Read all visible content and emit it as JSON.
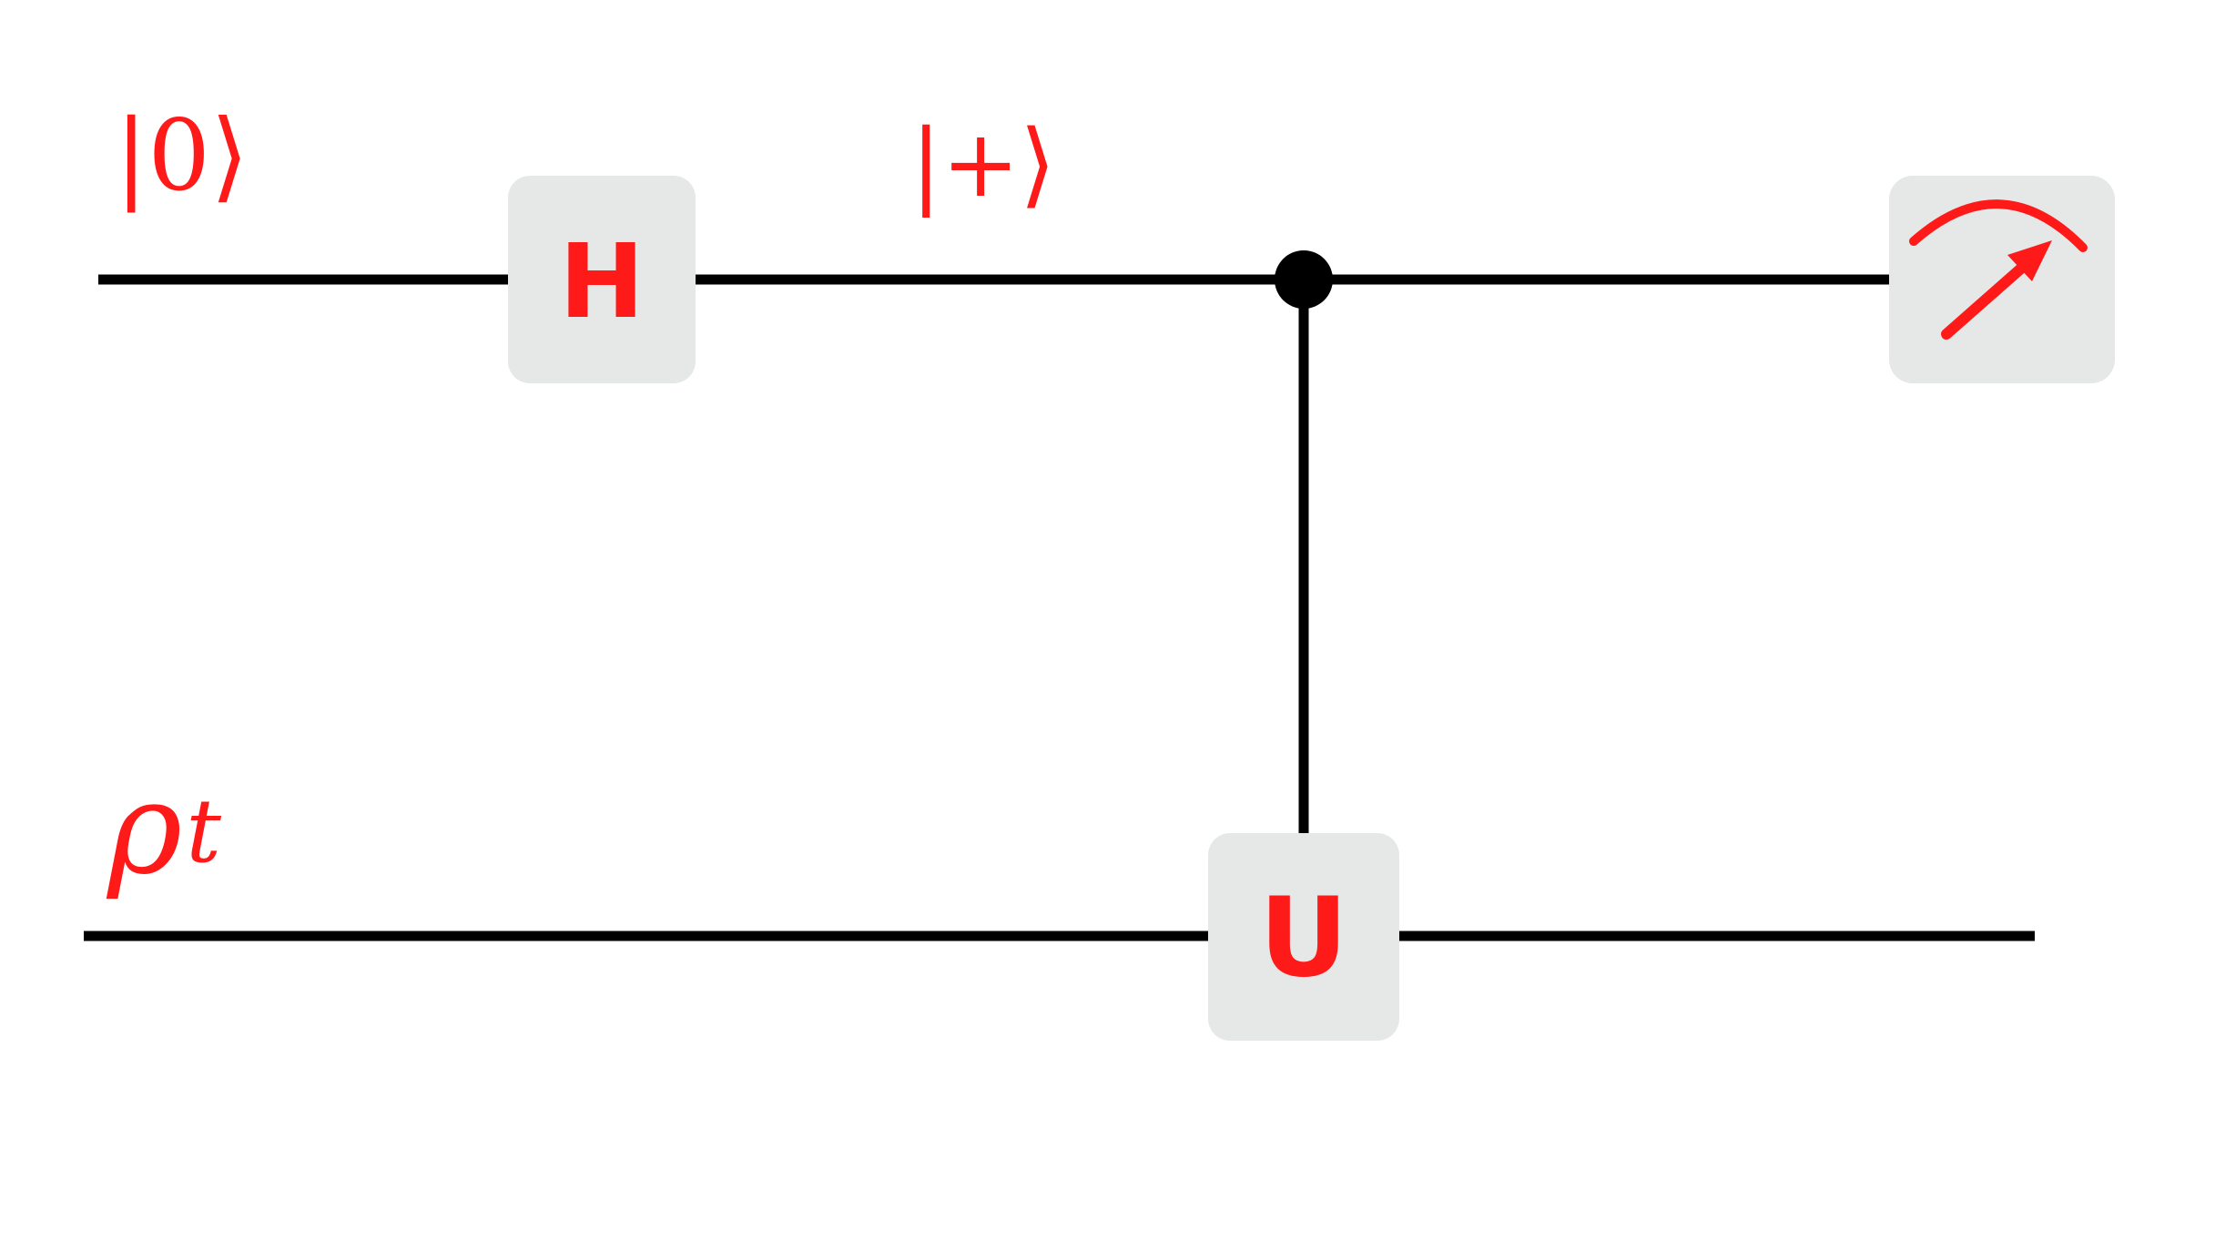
{
  "diagram": {
    "title": "",
    "qubits": [
      {
        "id": "q0",
        "initial_state": "|0⟩",
        "intermediate_state": "|+⟩"
      },
      {
        "id": "q1",
        "initial_state_symbol": "ρ",
        "initial_state_subscript": "t"
      }
    ],
    "gates": [
      {
        "id": "hadamard",
        "label": "H",
        "wire": "q0"
      },
      {
        "id": "controlled-unitary",
        "label": "U",
        "wire": "q1",
        "control_wire": "q0"
      },
      {
        "id": "measurement",
        "label": "",
        "icon": "meter-icon",
        "wire": "q0"
      }
    ],
    "colors": {
      "wire": "#000000",
      "gate_fill": "#e6e8e8",
      "label": "#ff1a1a",
      "control_dot": "#000000"
    }
  }
}
